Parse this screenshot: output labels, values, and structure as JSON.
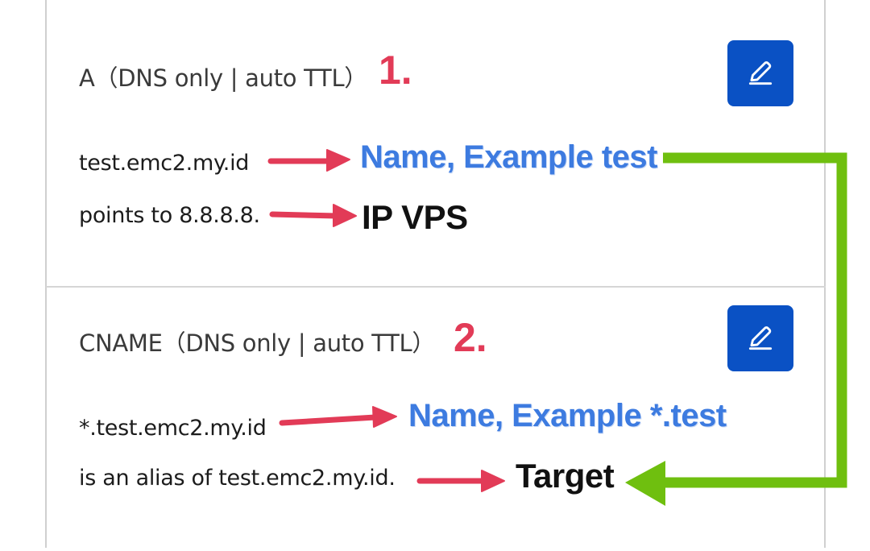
{
  "records": [
    {
      "type_label": "A（DNS only | auto TTL）",
      "annotation_number": "1.",
      "name": "test.emc2.my.id",
      "name_annotation": "Name, Example test",
      "content": "points to 8.8.8.8.",
      "content_annotation": "IP VPS",
      "edit_icon": "pencil-icon"
    },
    {
      "type_label": "CNAME（DNS only | auto TTL）",
      "annotation_number": "2.",
      "name": "*.test.emc2.my.id",
      "name_annotation": "Name, Example *.test",
      "content": "is an alias of test.emc2.my.id.",
      "content_annotation": "Target",
      "edit_icon": "pencil-icon"
    }
  ],
  "colors": {
    "edit_button": "#0a51c4",
    "red_arrow": "#e23b57",
    "green_connector": "#6fbf0f",
    "blue_annotation": "#3d7be0"
  }
}
